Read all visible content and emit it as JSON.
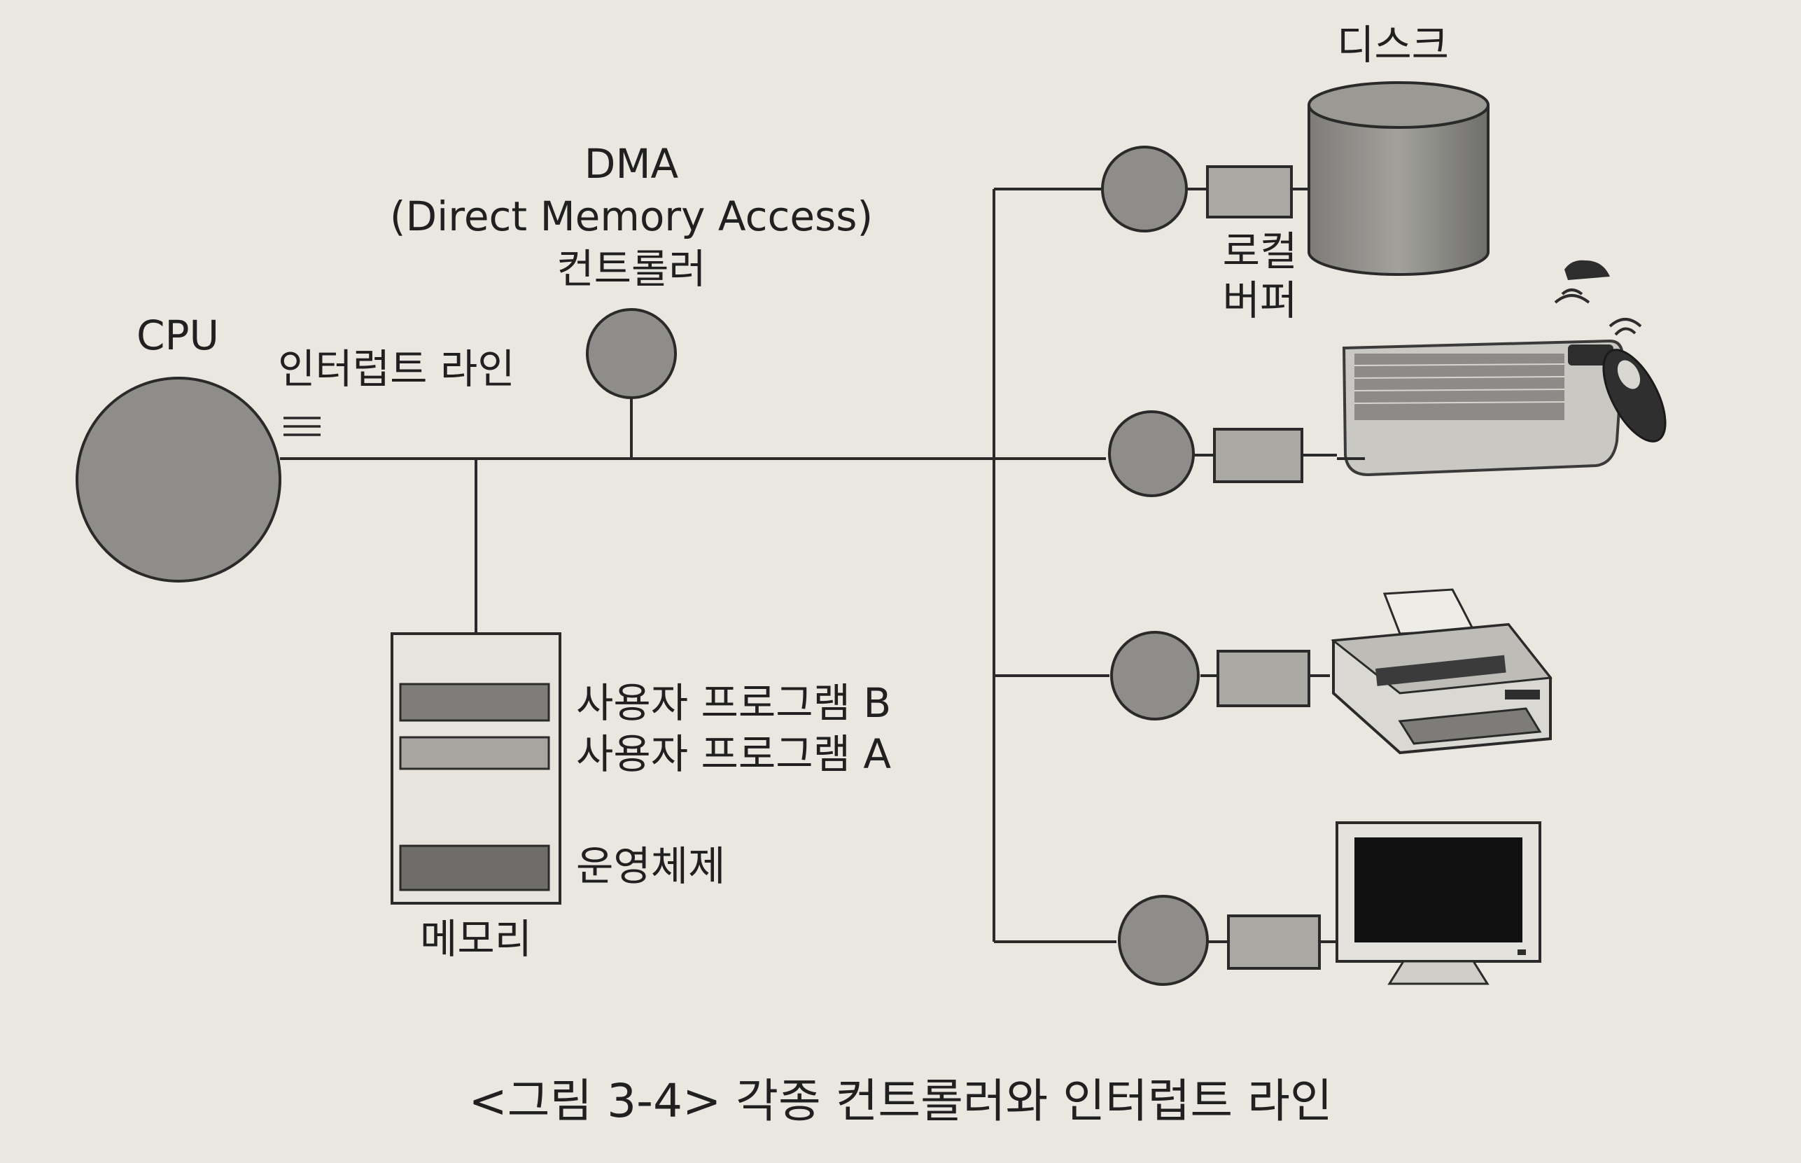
{
  "labels": {
    "cpu": "CPU",
    "interrupt_line": "인터럽트 라인",
    "dma_title": "DMA",
    "dma_full": "(Direct Memory Access)",
    "dma_controller": "컨트롤러",
    "disk": "디스크",
    "local_buffer_1": "로컬",
    "local_buffer_2": "버퍼",
    "memory": "메모리",
    "program_b": "사용자 프로그램 B",
    "program_a": "사용자 프로그램 A",
    "os": "운영체제"
  },
  "caption": "<그림 3-4> 각종 컨트롤러와 인터럽트 라인",
  "colors": {
    "background": "#e9e7e0",
    "line": "#2a2a2a",
    "node_fill": "#8e8d89",
    "buffer_fill": "#a9a8a3",
    "os_block": "#6e6d69",
    "program_a_block": "#a6a5a0",
    "program_b_block": "#7e7d79"
  },
  "devices": [
    "disk",
    "keyboard-mouse",
    "printer",
    "monitor"
  ]
}
